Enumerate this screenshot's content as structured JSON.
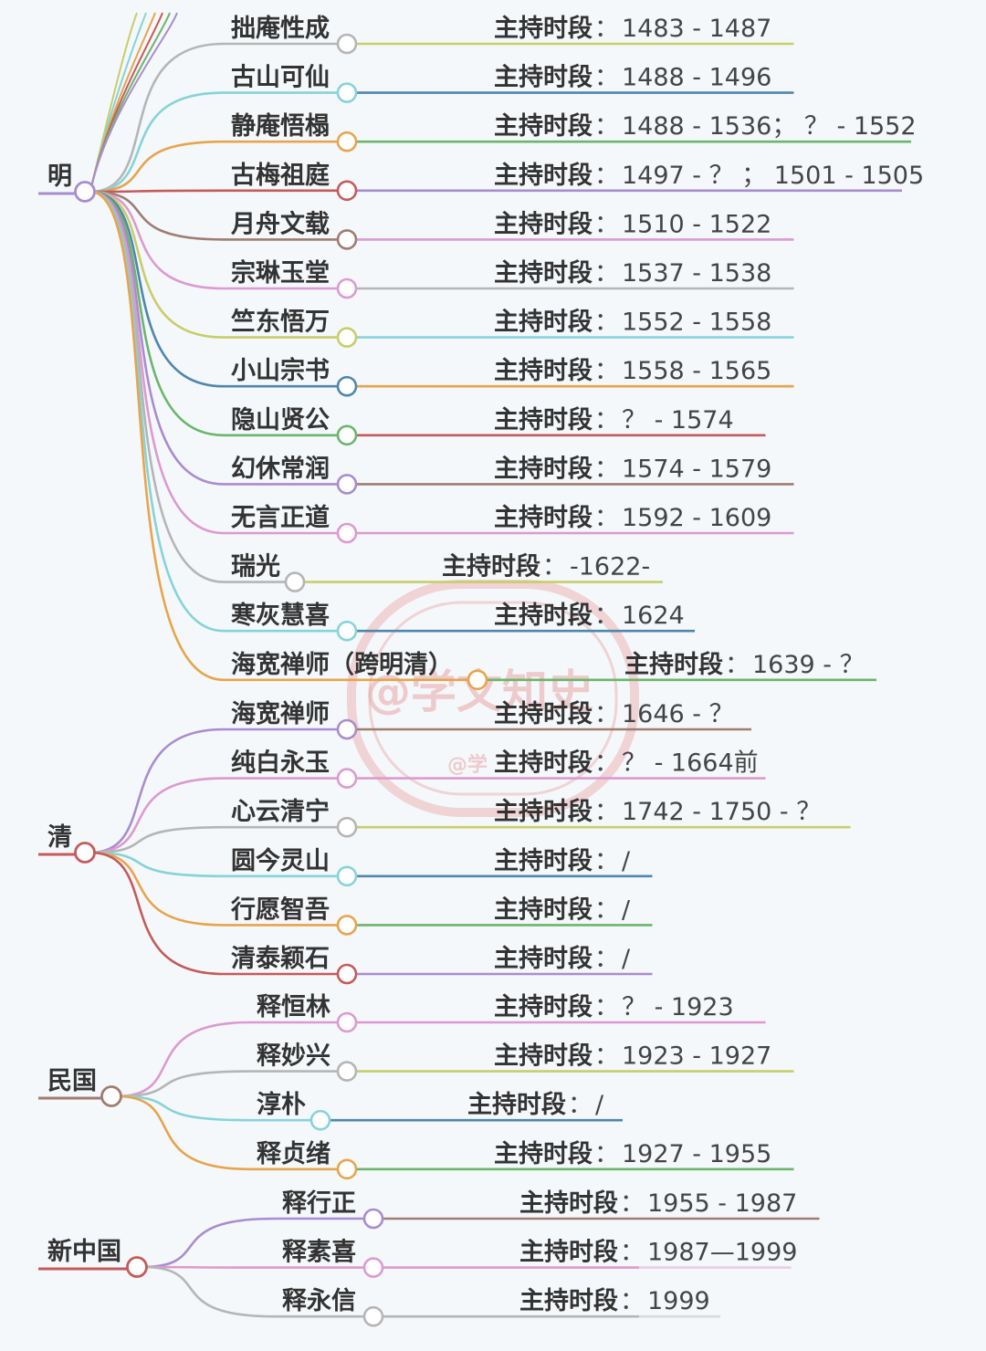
{
  "colors": {
    "lime": "#c8cd6a",
    "cyan": "#86d3d9",
    "orange": "#e8a44c",
    "red": "#c65a5a",
    "brown": "#a07c72",
    "pink": "#dc9ad0",
    "gray": "#b5b5b5",
    "blue": "#4f86ad",
    "green": "#6cb56c",
    "purple": "#a98ccf",
    "watermark": "#e8a6a6"
  },
  "period_label": "主持时段",
  "watermark": {
    "main": "@学文知史",
    "sub": "@学"
  },
  "eras": [
    {
      "label": "明",
      "color": "purple",
      "entries": [
        {
          "name": "拙庵性成",
          "period": "1483 - 1487",
          "color": "gray",
          "line": "lime"
        },
        {
          "name": "古山可仙",
          "period": "1488 - 1496",
          "color": "cyan",
          "line": "blue"
        },
        {
          "name": "静庵悟榻",
          "period": "1488 - 1536； ？  - 1552",
          "color": "orange",
          "line": "green"
        },
        {
          "name": "古梅祖庭",
          "period": "1497 - ？ ； 1501 - 1505",
          "color": "red",
          "line": "purple"
        },
        {
          "name": "月舟文载",
          "period": "1510 - 1522",
          "color": "brown",
          "line": "pink"
        },
        {
          "name": "宗琳玉堂",
          "period": "1537 - 1538",
          "color": "pink",
          "line": "gray"
        },
        {
          "name": "竺东悟万",
          "period": "1552 - 1558",
          "color": "lime",
          "line": "cyan"
        },
        {
          "name": "小山宗书",
          "period": "1558 - 1565",
          "color": "blue",
          "line": "orange"
        },
        {
          "name": "隐山贤公",
          "period": "？  - 1574",
          "color": "green",
          "line": "red"
        },
        {
          "name": "幻休常润",
          "period": "1574 - 1579",
          "color": "purple",
          "line": "brown"
        },
        {
          "name": "无言正道",
          "period": "1592 - 1609",
          "color": "pink",
          "line": "pink"
        },
        {
          "name": "瑞光",
          "period": "-1622-",
          "color": "gray",
          "line": "lime"
        },
        {
          "name": "寒灰慧喜",
          "period": "1624",
          "color": "cyan",
          "line": "blue"
        },
        {
          "name": "海宽禅师（跨明清）",
          "period": "1639 - ？",
          "color": "orange",
          "line": "green"
        }
      ]
    },
    {
      "label": "清",
      "color": "red",
      "entries": [
        {
          "name": "海宽禅师",
          "period": "1646 - ？",
          "color": "purple",
          "line": "brown"
        },
        {
          "name": "纯白永玉",
          "period": "？ - 1664前",
          "color": "pink",
          "line": "pink"
        },
        {
          "name": "心云清宁",
          "period": "1742 - 1750 - ？",
          "color": "gray",
          "line": "lime"
        },
        {
          "name": "圆今灵山",
          "period": "/",
          "color": "cyan",
          "line": "blue"
        },
        {
          "name": "行愿智吾",
          "period": "/",
          "color": "orange",
          "line": "green"
        },
        {
          "name": "清泰颖石",
          "period": "/",
          "color": "red",
          "line": "purple"
        }
      ]
    },
    {
      "label": "民国",
      "color": "brown",
      "entries": [
        {
          "name": "释恒林",
          "period": "？  - 1923",
          "color": "pink",
          "line": "pink"
        },
        {
          "name": "释妙兴",
          "period": "1923 - 1927",
          "color": "gray",
          "line": "lime"
        },
        {
          "name": "淳朴",
          "period": "/",
          "color": "cyan",
          "line": "blue"
        },
        {
          "name": "释贞绪",
          "period": "1927 - 1955",
          "color": "orange",
          "line": "green"
        }
      ]
    },
    {
      "label": "新中国",
      "color": "red",
      "entries": [
        {
          "name": "释行正",
          "period": "1955 - 1987",
          "color": "purple",
          "line": "brown"
        },
        {
          "name": "释素喜",
          "period": "1987—1999",
          "color": "pink",
          "line": "pink"
        },
        {
          "name": "释永信",
          "period": "1999",
          "color": "gray",
          "line": "gray"
        }
      ]
    }
  ]
}
